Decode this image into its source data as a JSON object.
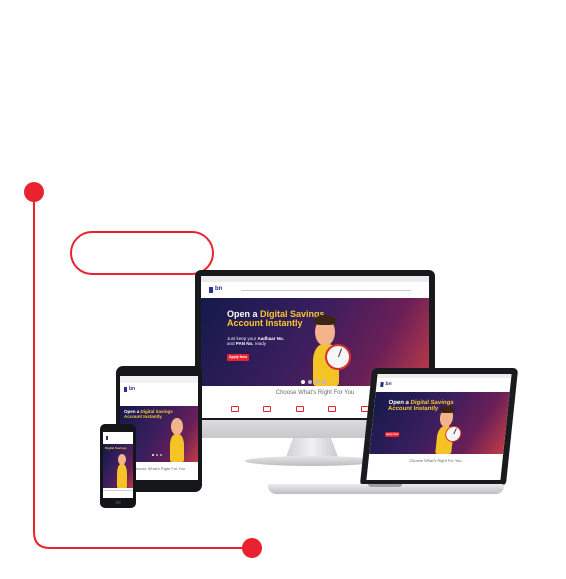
{
  "site": {
    "logo_text": "bn",
    "hero_line1": "Open a",
    "hero_line1_highlight": "Digital Savings",
    "hero_line2": "Account Instantly",
    "hero_sub_prefix": "Just keep your",
    "hero_sub_b1": "Aadhaar No.",
    "hero_sub_mid": "and",
    "hero_sub_b2": "PAN No.",
    "hero_sub_suffix": "ready",
    "cta_label": "Apply Now",
    "choose_heading": "Choose What's Right For You"
  },
  "colors": {
    "accent": "#e8222e",
    "brand": "#2c2f8c",
    "highlight": "#f9c72c"
  },
  "pill": {
    "label": ""
  },
  "devices": [
    "monitor",
    "laptop",
    "tablet",
    "phone"
  ]
}
